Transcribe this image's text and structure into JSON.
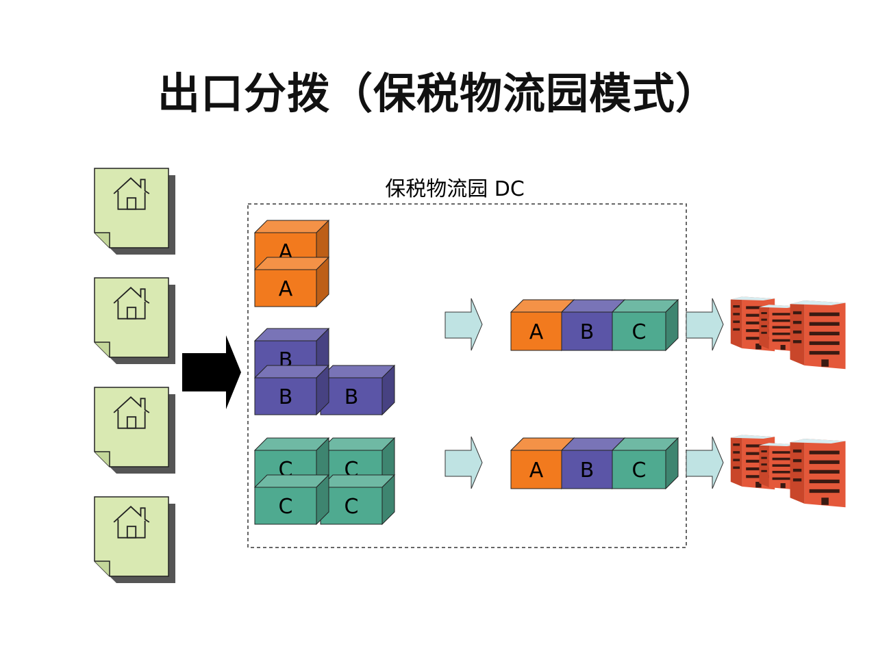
{
  "title": "出口分拨（保税物流园模式）",
  "dc_label": "保税物流园 DC",
  "box_labels": {
    "a": "A",
    "b": "B",
    "c": "C"
  },
  "colors": {
    "doc_fill": "#d9e9b2",
    "orange": "#f27a1e",
    "purple": "#5b55a7",
    "teal": "#4faa90",
    "arrow_fill": "#bfe3e3"
  }
}
